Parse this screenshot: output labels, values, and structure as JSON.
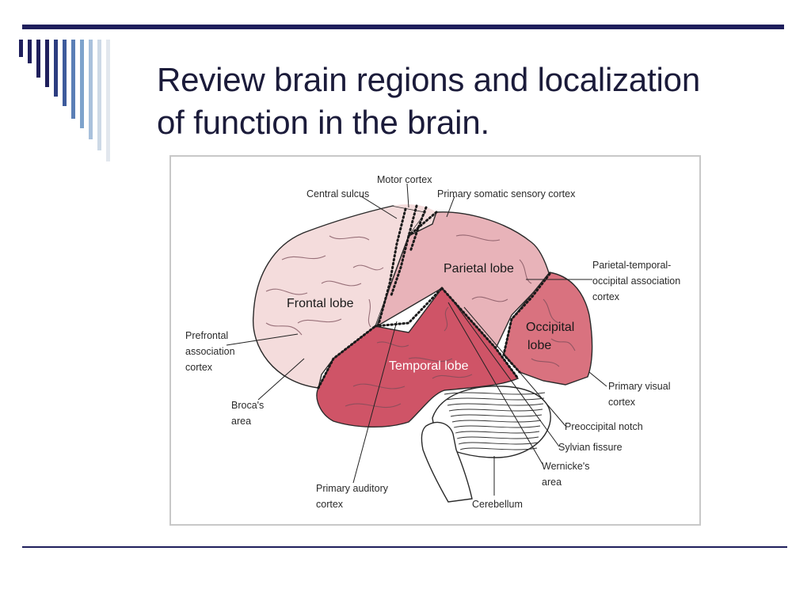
{
  "slide": {
    "title": "Review brain regions and localization\nof function in the brain."
  },
  "decor": {
    "bar_colors": [
      "#1f1f5c",
      "#1f1f5c",
      "#1f1f5c",
      "#1f1f5c",
      "#2c3d80",
      "#3d5a9c",
      "#5b7fb6",
      "#7ea3cc",
      "#a9c1dc",
      "#cdd9e6",
      "#e2e7ee"
    ]
  },
  "colors": {
    "frontal": "#f4dcdc",
    "parietal": "#e8b3b9",
    "occipital": "#d9727f",
    "temporal": "#cf5467",
    "cerebellum": "#ffffff",
    "outline": "#2a2a2a"
  },
  "diagram": {
    "regions": {
      "frontal": "Frontal lobe",
      "parietal": "Parietal lobe",
      "temporal": "Temporal lobe",
      "occipital_1": "Occipital",
      "occipital_2": "lobe"
    },
    "labels": {
      "motor_cortex": "Motor cortex",
      "central_sulcus": "Central sulcus",
      "somatic": "Primary somatic sensory cortex",
      "ptoa_1": "Parietal-temporal-",
      "ptoa_2": "occipital association",
      "ptoa_3": "cortex",
      "prefrontal_1": "Prefrontal",
      "prefrontal_2": "association",
      "prefrontal_3": "cortex",
      "broca_1": "Broca's",
      "broca_2": "area",
      "visual_1": "Primary visual",
      "visual_2": "cortex",
      "preoccipital": "Preoccipital notch",
      "sylvian": "Sylvian fissure",
      "wernicke_1": "Wernicke's",
      "wernicke_2": "area",
      "auditory_1": "Primary auditory",
      "auditory_2": "cortex",
      "cerebellum": "Cerebellum"
    }
  }
}
